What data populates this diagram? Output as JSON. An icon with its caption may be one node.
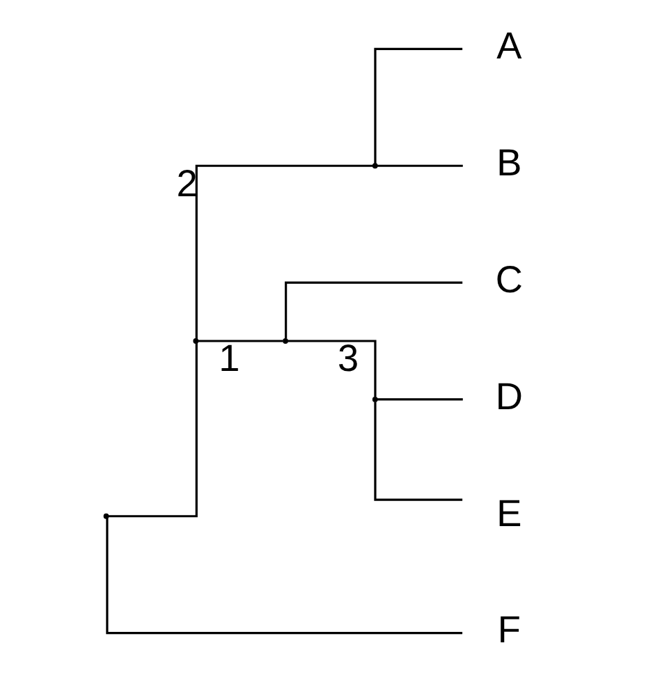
{
  "diagram": {
    "nodes": [
      {
        "text": [],
        "shape": "point"
      },
      {
        "text": [],
        "shape": "point"
      },
      {
        "text": [],
        "shape": "point"
      },
      {
        "text": [
          "A"
        ]
      },
      {
        "text": [
          "B"
        ]
      },
      {
        "text": [],
        "shape": "point"
      },
      {
        "text": [
          "C"
        ]
      },
      {
        "text": [],
        "shape": "point"
      },
      {
        "text": [
          "D"
        ]
      },
      {
        "text": [
          "E"
        ]
      },
      {
        "text": [
          "F"
        ]
      }
    ],
    "edges": [
      {
        "from": 0,
        "to": 1,
        "arrow": "none"
      },
      {
        "from": 1,
        "to": 2,
        "arrow": "none",
        "label": "2"
      },
      {
        "from": 2,
        "to": 3,
        "arrow": "none"
      },
      {
        "from": 2,
        "to": 4,
        "arrow": "none"
      },
      {
        "from": 1,
        "to": 5,
        "arrow": "none",
        "label": "1"
      },
      {
        "from": 5,
        "to": 6,
        "arrow": "none"
      },
      {
        "from": 5,
        "to": 7,
        "arrow": "none",
        "label": "3"
      },
      {
        "from": 7,
        "to": 8,
        "arrow": "none"
      },
      {
        "from": 7,
        "to": 9,
        "arrow": "none"
      },
      {
        "from": 0,
        "to": 10,
        "arrow": "none"
      }
    ]
  }
}
